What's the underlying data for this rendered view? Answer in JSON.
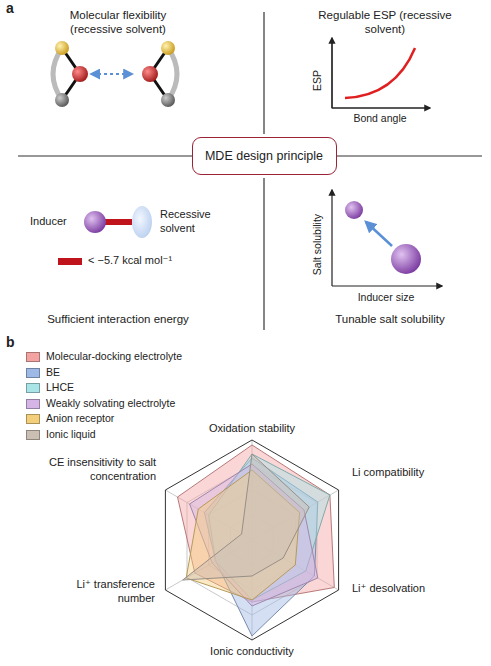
{
  "diagram": {
    "nodes": [
      {
        "text": [
          "MDE design principle"
        ]
      }
    ],
    "labels": [
      "a",
      "Molecular flexibility (recessive solvent)",
      "Regulable ESP (recessive solvent)",
      "ESP",
      "Bond angle",
      "Inducer",
      "Recessive solvent",
      "< −5.7 kcal mol⁻¹",
      "Sufficient interaction energy",
      "Salt solubility",
      "Inducer size",
      "Tunable salt solubility",
      "b",
      "Oxidation stability",
      "Li compatibility",
      "Li⁺ desolvation",
      "Ionic conductivity",
      "Li⁺ transference number",
      "CE insensitivity to salt concentration"
    ],
    "legend": [
      {
        "text": "Molecular-docking electrolyte",
        "color": "#f4a3a3"
      },
      {
        "text": "BE",
        "color": "#9fb9e6"
      },
      {
        "text": "LHCE",
        "color": "#a9e4e6"
      },
      {
        "text": "Weakly solvating electrolyte",
        "color": "#d4b5e6"
      },
      {
        "text": "Anion receptor",
        "color": "#f3cf7c"
      },
      {
        "text": "Ionic liquid",
        "color": "#cbbeb3"
      }
    ]
  }
}
